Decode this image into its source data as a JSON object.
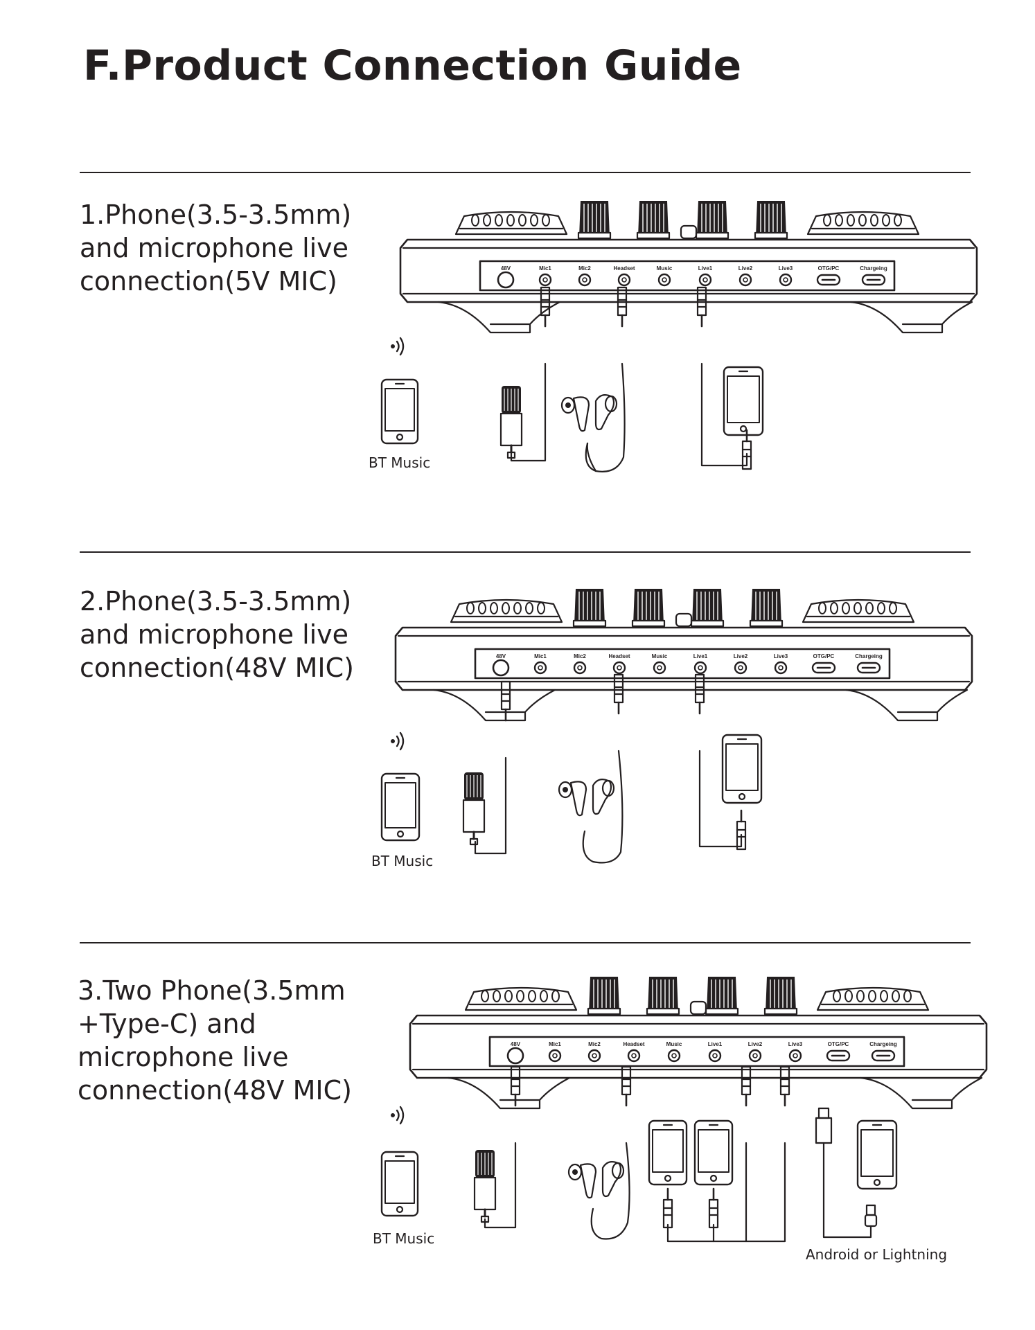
{
  "title": "F.Product Connection Guide",
  "ports": [
    "48V",
    "Mic1",
    "Mic2",
    "Headset",
    "Music",
    "Live1",
    "Live2",
    "Live3",
    "OTG/PC",
    "Chargeing"
  ],
  "bt_label": "BT Music",
  "sections": [
    {
      "lines": [
        "1.Phone(3.5-3.5mm)",
        "and microphone live",
        "connection(5V MIC)"
      ]
    },
    {
      "lines": [
        "2.Phone(3.5-3.5mm)",
        "and microphone live",
        "connection(48V MIC)"
      ]
    },
    {
      "lines": [
        "3.Two Phone(3.5mm",
        "+Type-C) and",
        "microphone live",
        "connection(48V MIC)"
      ]
    }
  ],
  "cable_label": "Android or Lightning"
}
